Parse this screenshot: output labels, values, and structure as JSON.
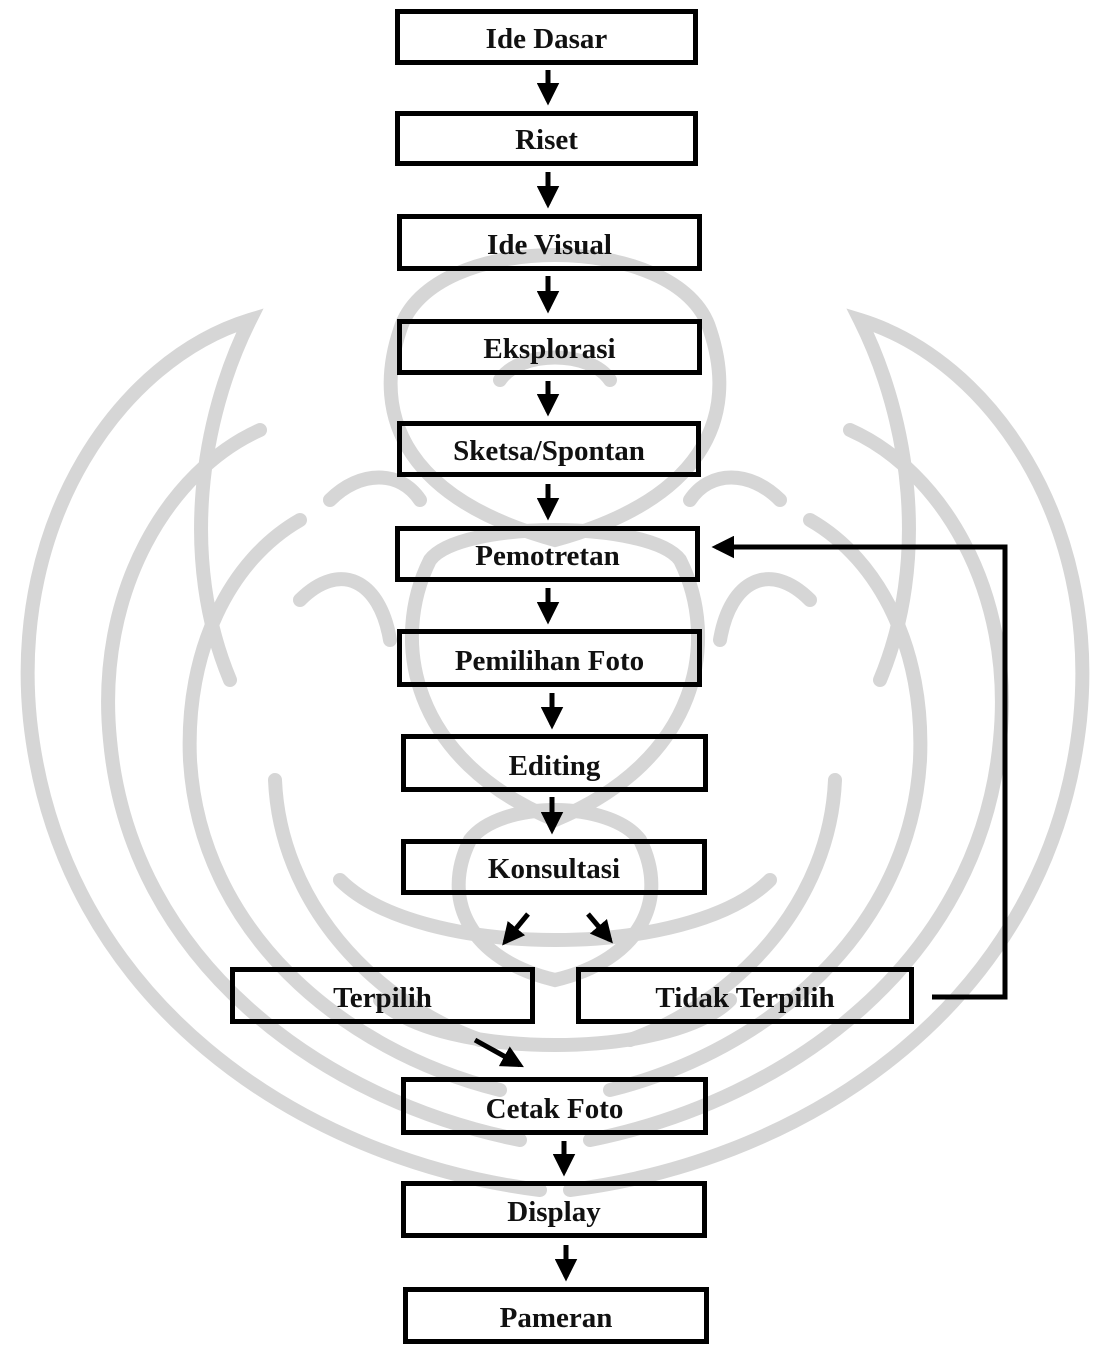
{
  "flowchart": {
    "steps": {
      "ide_dasar": "Ide Dasar",
      "riset": "Riset",
      "ide_visual": "Ide Visual",
      "eksplorasi": "Eksplorasi",
      "sketsa": "Sketsa/Spontan",
      "pemotretan": "Pemotretan",
      "pemilihan_foto": "Pemilihan Foto",
      "editing": "Editing",
      "konsultasi": "Konsultasi",
      "terpilih": "Terpilih",
      "tidak_terpilih": "Tidak Terpilih",
      "cetak_foto": "Cetak Foto",
      "display": "Display",
      "pameran": "Pameran"
    },
    "edges": [
      {
        "from": "Ide Dasar",
        "to": "Riset"
      },
      {
        "from": "Riset",
        "to": "Ide Visual"
      },
      {
        "from": "Ide Visual",
        "to": "Eksplorasi"
      },
      {
        "from": "Eksplorasi",
        "to": "Sketsa/Spontan"
      },
      {
        "from": "Sketsa/Spontan",
        "to": "Pemotretan"
      },
      {
        "from": "Pemotretan",
        "to": "Pemilihan Foto"
      },
      {
        "from": "Pemilihan Foto",
        "to": "Editing"
      },
      {
        "from": "Editing",
        "to": "Konsultasi"
      },
      {
        "from": "Konsultasi",
        "to": "Terpilih"
      },
      {
        "from": "Konsultasi",
        "to": "Tidak Terpilih"
      },
      {
        "from": "Tidak Terpilih",
        "to": "Pemotretan"
      },
      {
        "from": "Terpilih",
        "to": "Cetak Foto"
      },
      {
        "from": "Cetak Foto",
        "to": "Display"
      },
      {
        "from": "Display",
        "to": "Pameran"
      }
    ]
  },
  "colors": {
    "box_border": "#000000",
    "text": "#111111",
    "arrow": "#000000",
    "watermark": "#d6d6d6"
  },
  "watermark": {
    "icon": "university-emblem-watermark"
  }
}
